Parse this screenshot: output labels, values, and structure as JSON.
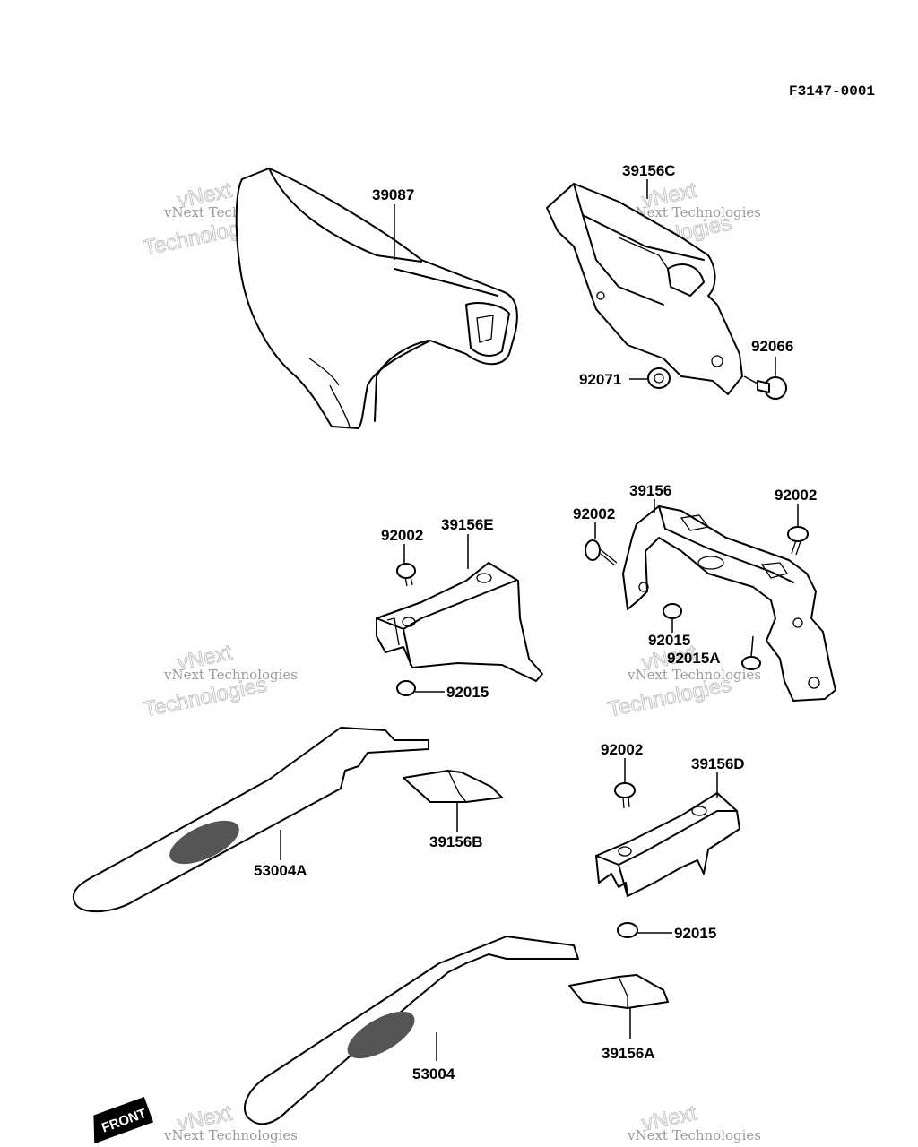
{
  "figure_code": "F3147-0001",
  "watermark": {
    "line1": "vNext Technologies",
    "line2": "vNext",
    "line3": "Technologies"
  },
  "parts": {
    "p39087": "39087",
    "p39156C": "39156C",
    "p92066": "92066",
    "p92071": "92071",
    "p39156": "39156",
    "p92002_a": "92002",
    "p92002_b": "92002",
    "p92015_a": "92015",
    "p92015A": "92015A",
    "p92002_c": "92002",
    "p39156E": "39156E",
    "p92015_b": "92015",
    "p92002_d": "92002",
    "p39156D": "39156D",
    "p92015_c": "92015",
    "p39156B": "39156B",
    "p53004A": "53004A",
    "p53004": "53004",
    "p39156A": "39156A"
  },
  "front_badge": "FRONT"
}
